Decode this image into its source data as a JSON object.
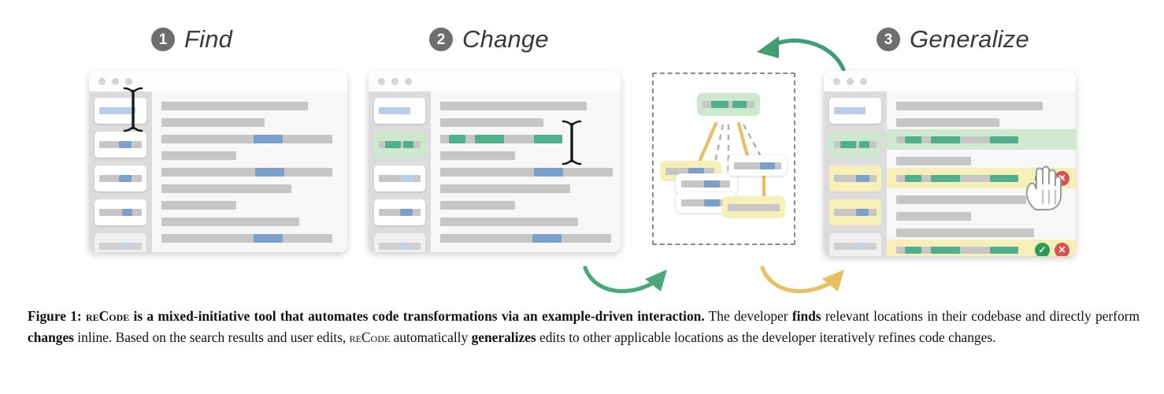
{
  "figure": {
    "steps": [
      {
        "number": "1",
        "title": "Find"
      },
      {
        "number": "2",
        "title": "Change"
      },
      {
        "number": "3",
        "title": "Generalize"
      }
    ],
    "arrows": [
      {
        "name": "change-to-graph-arrow",
        "color": "#4aa87d",
        "direction": "right"
      },
      {
        "name": "graph-to-top-arrow",
        "color": "#3f9e74",
        "direction": "left"
      },
      {
        "name": "graph-to-generalize-arrow",
        "color": "#e8c063",
        "direction": "right"
      }
    ],
    "colors": {
      "match_blue": "#7ba0cc",
      "edit_green": "#4eb08d",
      "suggestion_yellow": "#f6f0b8",
      "applied_green": "#cfe8cf",
      "code_gray": "#c6c6c6",
      "accept_green": "#2e9b55",
      "reject_red": "#d9534f",
      "badge_gray": "#6e6e6e"
    },
    "window_controls": [
      "close-dot",
      "minimize-dot",
      "maximize-dot"
    ],
    "panels": {
      "find": {
        "name": "find-window",
        "sidebar_cards": [
          {
            "type": "search-field",
            "segments": [
              {
                "color": "bluepale",
                "width": 46
              }
            ]
          },
          {
            "type": "result",
            "segments": [
              {
                "color": "gray",
                "width": 26
              },
              {
                "color": "blue",
                "width": 17
              },
              {
                "color": "gray",
                "width": 13
              }
            ]
          },
          {
            "type": "result",
            "segments": [
              {
                "color": "gray",
                "width": 26
              },
              {
                "color": "blue",
                "width": 17
              },
              {
                "color": "gray",
                "width": 13
              }
            ]
          },
          {
            "type": "result",
            "segments": [
              {
                "color": "gray",
                "width": 30
              },
              {
                "color": "blue",
                "width": 14
              },
              {
                "color": "gray",
                "width": 12
              }
            ]
          },
          {
            "type": "result-faded",
            "segments": [
              {
                "color": "gray",
                "width": 26
              },
              {
                "color": "bluepale",
                "width": 17
              },
              {
                "color": "gray",
                "width": 13
              }
            ]
          }
        ],
        "code_lines": [
          [
            {
              "color": "gray",
              "width": 186
            }
          ],
          [
            {
              "color": "gray",
              "width": 131
            }
          ],
          [
            {
              "color": "gray",
              "width": 117
            },
            {
              "color": "blue",
              "width": 37
            },
            {
              "color": "gray",
              "width": 63
            }
          ],
          [
            {
              "color": "gray",
              "width": 95
            }
          ],
          [
            {
              "color": "gray",
              "width": 119
            },
            {
              "color": "blue",
              "width": 37
            },
            {
              "color": "gray",
              "width": 61
            }
          ],
          [
            {
              "color": "gray",
              "width": 165
            }
          ],
          [
            {
              "color": "gray",
              "width": 95
            }
          ],
          [
            {
              "color": "gray",
              "width": 175
            }
          ],
          [
            {
              "color": "gray",
              "width": 117
            },
            {
              "color": "blue",
              "width": 37
            },
            {
              "color": "gray",
              "width": 63
            }
          ]
        ],
        "cursor": "text-ibeam-cursor"
      },
      "change": {
        "name": "change-window",
        "sidebar_cards": [
          {
            "type": "search-field",
            "segments": [
              {
                "color": "bluepale",
                "width": 40
              }
            ]
          },
          {
            "type": "result-active-green",
            "segments": [
              {
                "color": "gray",
                "width": 9
              },
              {
                "color": "green",
                "width": 23
              },
              {
                "color": "gray",
                "width": 4
              },
              {
                "color": "green",
                "width": 15
              },
              {
                "color": "gray",
                "width": 10
              }
            ]
          },
          {
            "type": "result",
            "segments": [
              {
                "color": "gray",
                "width": 30
              },
              {
                "color": "bluepale",
                "width": 18
              },
              {
                "color": "gray",
                "width": 10
              }
            ]
          },
          {
            "type": "result",
            "segments": [
              {
                "color": "gray",
                "width": 30
              },
              {
                "color": "blue",
                "width": 17
              },
              {
                "color": "gray",
                "width": 11
              }
            ]
          },
          {
            "type": "result-faded",
            "segments": [
              {
                "color": "gray",
                "width": 26
              },
              {
                "color": "bluepale",
                "width": 17
              },
              {
                "color": "gray",
                "width": 13
              }
            ]
          }
        ],
        "code_lines": [
          [
            {
              "color": "gray",
              "width": 186
            }
          ],
          [
            {
              "color": "gray",
              "width": 131
            }
          ],
          [
            {
              "color": "gray",
              "width": 11
            },
            {
              "color": "green",
              "width": 21
            },
            {
              "color": "gray",
              "width": 12
            },
            {
              "color": "green",
              "width": 37
            },
            {
              "color": "gray",
              "width": 38
            },
            {
              "color": "green",
              "width": 36
            }
          ],
          [
            {
              "color": "gray",
              "width": 95
            }
          ],
          [
            {
              "color": "gray",
              "width": 119
            },
            {
              "color": "blue",
              "width": 37
            },
            {
              "color": "gray",
              "width": 63
            }
          ],
          [
            {
              "color": "gray",
              "width": 165
            }
          ],
          [
            {
              "color": "gray",
              "width": 95
            }
          ],
          [
            {
              "color": "gray",
              "width": 175
            }
          ],
          [
            {
              "color": "gray",
              "width": 117
            },
            {
              "color": "blue",
              "width": 37
            },
            {
              "color": "gray",
              "width": 63
            }
          ]
        ],
        "cursor": "text-ibeam-cursor"
      },
      "generalize": {
        "name": "generalize-window",
        "sidebar_cards": [
          {
            "type": "search-field",
            "segments": [
              {
                "color": "bluepale",
                "width": 40
              }
            ]
          },
          {
            "type": "result-active-green",
            "segments": [
              {
                "color": "gray",
                "width": 9
              },
              {
                "color": "green",
                "width": 23
              },
              {
                "color": "gray",
                "width": 4
              },
              {
                "color": "green",
                "width": 15
              },
              {
                "color": "gray",
                "width": 10
              }
            ]
          },
          {
            "type": "result-suggestion-yellow",
            "segments": [
              {
                "color": "gray",
                "width": 30
              },
              {
                "color": "blue",
                "width": 18
              },
              {
                "color": "gray",
                "width": 10
              }
            ]
          },
          {
            "type": "result-suggestion-yellow",
            "segments": [
              {
                "color": "gray",
                "width": 30
              },
              {
                "color": "blue",
                "width": 17
              },
              {
                "color": "gray",
                "width": 11
              }
            ]
          },
          {
            "type": "result-faded",
            "segments": [
              {
                "color": "gray",
                "width": 26
              },
              {
                "color": "bluepale",
                "width": 17
              },
              {
                "color": "gray",
                "width": 13
              }
            ]
          }
        ],
        "code_lines": [
          {
            "band": "none",
            "segments": [
              {
                "color": "gray",
                "width": 186
              }
            ]
          },
          {
            "band": "none",
            "segments": [
              {
                "color": "gray",
                "width": 131
              }
            ]
          },
          {
            "band": "green",
            "segments": [
              {
                "color": "gray",
                "width": 11
              },
              {
                "color": "green",
                "width": 21
              },
              {
                "color": "gray",
                "width": 12
              },
              {
                "color": "green",
                "width": 37
              },
              {
                "color": "gray",
                "width": 38
              },
              {
                "color": "green",
                "width": 36
              }
            ]
          },
          {
            "band": "none",
            "segments": [
              {
                "color": "gray",
                "width": 95
              }
            ]
          },
          {
            "band": "yellow",
            "actions": true,
            "segments": [
              {
                "color": "gray",
                "width": 11
              },
              {
                "color": "green",
                "width": 21
              },
              {
                "color": "gray",
                "width": 12
              },
              {
                "color": "green",
                "width": 37
              },
              {
                "color": "gray",
                "width": 38
              },
              {
                "color": "green",
                "width": 36
              }
            ]
          },
          {
            "band": "none",
            "segments": [
              {
                "color": "gray",
                "width": 165
              }
            ]
          },
          {
            "band": "none",
            "segments": [
              {
                "color": "gray",
                "width": 95
              }
            ]
          },
          {
            "band": "none",
            "segments": [
              {
                "color": "gray",
                "width": 175
              }
            ]
          },
          {
            "band": "yellow",
            "actions": true,
            "segments": [
              {
                "color": "gray",
                "width": 11
              },
              {
                "color": "green",
                "width": 21
              },
              {
                "color": "gray",
                "width": 12
              },
              {
                "color": "green",
                "width": 37
              },
              {
                "color": "gray",
                "width": 38
              },
              {
                "color": "green",
                "width": 36
              }
            ]
          }
        ],
        "accept_label": "✓",
        "reject_label": "✕",
        "cursor": "hand-pointer-cursor"
      },
      "graph": {
        "name": "generalization-graph",
        "source_node": {
          "type": "green",
          "segments": [
            {
              "color": "gray",
              "width": 13
            },
            {
              "color": "green",
              "width": 25
            },
            {
              "color": "gray",
              "width": 6
            },
            {
              "color": "green",
              "width": 20
            },
            {
              "color": "gray",
              "width": 12
            }
          ]
        },
        "candidate_nodes": [
          {
            "type": "yellow",
            "segments": [
              {
                "color": "gray",
                "width": 34
              },
              {
                "color": "blue",
                "width": 22
              },
              {
                "color": "gray",
                "width": 14
              }
            ]
          },
          {
            "type": "white",
            "segments": [
              {
                "color": "gray",
                "width": 34
              },
              {
                "color": "blue",
                "width": 22
              },
              {
                "color": "gray",
                "width": 14
              }
            ]
          },
          {
            "type": "white",
            "segments": [
              {
                "color": "gray",
                "width": 34
              },
              {
                "color": "blue",
                "width": 22
              },
              {
                "color": "gray",
                "width": 14
              }
            ]
          },
          {
            "type": "white",
            "segments": [
              {
                "color": "gray",
                "width": 40
              },
              {
                "color": "blue",
                "width": 22
              },
              {
                "color": "gray",
                "width": 10
              }
            ]
          },
          {
            "type": "yellow",
            "segments": [
              {
                "color": "gray",
                "width": 78
              }
            ]
          }
        ],
        "edge_types": {
          "matched": "solid-yellow",
          "unmatched": "dashed-gray"
        }
      }
    }
  },
  "caption": {
    "prefix": "Figure 1: ",
    "tool_name": "reCode",
    "bold_1": " is a mixed-initiative tool that automates code transformations via an example-driven interaction.",
    "text_1": " The developer ",
    "bold_2": "finds",
    "text_2": " relevant locations in their codebase and directly perform ",
    "bold_3": "changes",
    "text_3": " inline. Based on the search results and user edits, ",
    "tool_name_2": "reCode",
    "text_4": " automatically ",
    "bold_4": "generalizes",
    "text_5": " edits to other applicable locations as the developer iteratively refines code changes."
  }
}
